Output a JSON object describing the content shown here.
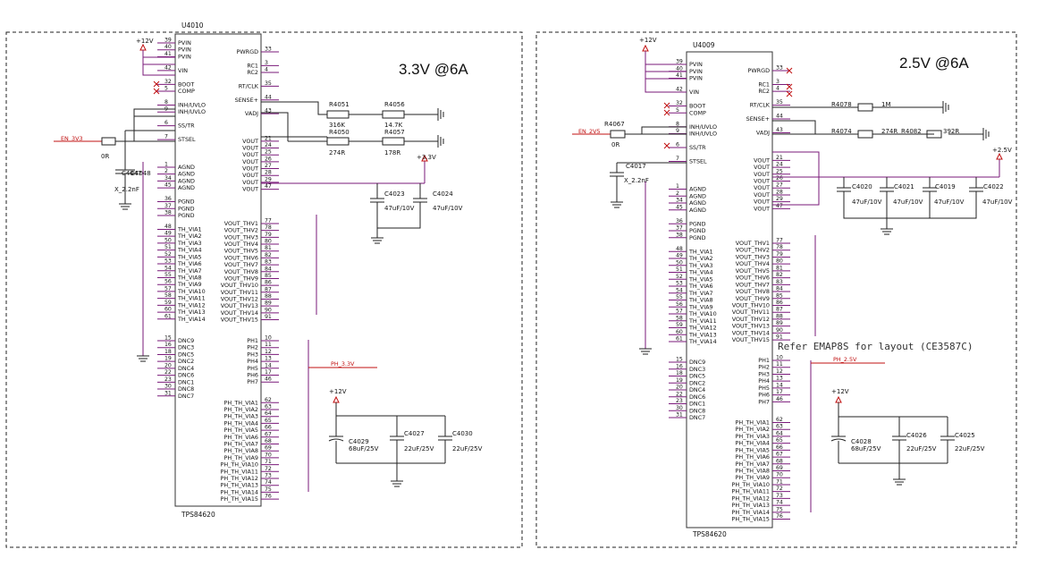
{
  "left": {
    "title": "3.3V @6A",
    "ref": "U4010",
    "part": "TPS84620",
    "supply": "+12V",
    "out_rail": "+3.3V",
    "en_net": "EN_3V3",
    "ph_net": "PH_3.3V",
    "r_en_value": "0R",
    "c_ss": {
      "ref": "C4047",
      "ref2": "C4048",
      "value": "X_2.2nF"
    },
    "res": [
      {
        "ref": "R4051",
        "value": "316K"
      },
      {
        "ref": "R4056",
        "value": "14.7K"
      },
      {
        "ref": "R4050",
        "value": "274R"
      },
      {
        "ref": "R4057",
        "value": "178R"
      }
    ],
    "out_caps": [
      {
        "ref": "C4023",
        "value": "47uF/10V"
      },
      {
        "ref": "C4024",
        "value": "47uF/10V"
      }
    ],
    "in_caps": [
      {
        "ref": "C4029",
        "value": "68uF/25V"
      },
      {
        "ref": "C4027",
        "value": "22uF/25V"
      },
      {
        "ref": "C4030",
        "value": "22uF/25V"
      }
    ]
  },
  "right": {
    "title": "2.5V @6A",
    "ref": "U4009",
    "part": "TPS84620",
    "supply": "+12V",
    "out_rail": "+2.5V",
    "en_net": "EN_2V5",
    "ph_net": "PH_2.5V",
    "r_en": {
      "ref": "R4067",
      "value": "0R"
    },
    "c_ss": {
      "ref": "C4017",
      "value": "X_2.2nF"
    },
    "res": [
      {
        "ref": "R4078",
        "value": "1M"
      },
      {
        "ref": "R4074",
        "value": "274R"
      },
      {
        "ref": "R4082",
        "value": "392R"
      }
    ],
    "out_caps": [
      {
        "ref": "C4020",
        "value": "47uF/10V"
      },
      {
        "ref": "C4021",
        "value": "47uF/10V"
      },
      {
        "ref": "C4019",
        "value": "47uF/10V"
      },
      {
        "ref": "C4022",
        "value": "47uF/10V"
      }
    ],
    "in_caps": [
      {
        "ref": "C4028",
        "value": "68uF/25V"
      },
      {
        "ref": "C4026",
        "value": "22uF/25V"
      },
      {
        "ref": "C4025",
        "value": "22uF/25V"
      }
    ],
    "note": "Refer EMAP8S for layout (CE3587C)"
  },
  "pins": {
    "left_upper": [
      [
        "39",
        "PVIN"
      ],
      [
        "40",
        "PVIN"
      ],
      [
        "41",
        "PVIN"
      ],
      [
        "",
        ""
      ],
      [
        "42",
        "VIN"
      ],
      [
        "",
        ""
      ],
      [
        "32",
        "BOOT"
      ],
      [
        "5",
        "COMP"
      ],
      [
        "",
        ""
      ],
      [
        "8",
        "INH/UVLO"
      ],
      [
        "9",
        "INH/UVLO"
      ],
      [
        "",
        ""
      ],
      [
        "6",
        "SS/TR"
      ],
      [
        "",
        ""
      ],
      [
        "7",
        "STSEL"
      ],
      [
        "",
        ""
      ],
      [
        "",
        ""
      ],
      [
        "",
        ""
      ],
      [
        "1",
        "AGND"
      ],
      [
        "2",
        "AGND"
      ],
      [
        "34",
        "AGND"
      ],
      [
        "45",
        "AGND"
      ],
      [
        "",
        ""
      ],
      [
        "36",
        "PGND"
      ],
      [
        "37",
        "PGND"
      ],
      [
        "38",
        "PGND"
      ],
      [
        "",
        ""
      ],
      [
        "48",
        "TH_VIA1"
      ],
      [
        "49",
        "TH_VIA2"
      ],
      [
        "50",
        "TH_VIA3"
      ],
      [
        "51",
        "TH_VIA4"
      ],
      [
        "52",
        "TH_VIA5"
      ],
      [
        "53",
        "TH_VIA6"
      ],
      [
        "54",
        "TH_VIA7"
      ],
      [
        "55",
        "TH_VIA8"
      ],
      [
        "56",
        "TH_VIA9"
      ],
      [
        "57",
        "TH_VIA10"
      ],
      [
        "58",
        "TH_VIA11"
      ],
      [
        "59",
        "TH_VIA12"
      ],
      [
        "60",
        "TH_VIA13"
      ],
      [
        "61",
        "TH_VIA14"
      ]
    ],
    "left_lower": [
      [
        "15",
        "DNC9"
      ],
      [
        "16",
        "DNC3"
      ],
      [
        "18",
        "DNC5"
      ],
      [
        "19",
        "DNC2"
      ],
      [
        "20",
        "DNC4"
      ],
      [
        "22",
        "DNC6"
      ],
      [
        "23",
        "DNC1"
      ],
      [
        "30",
        "DNC8"
      ],
      [
        "31",
        "DNC7"
      ]
    ],
    "right_upper": [
      [
        "33",
        "PWRGD"
      ],
      [
        "",
        ""
      ],
      [
        "3",
        "RC1"
      ],
      [
        "4",
        "RC2"
      ],
      [
        "",
        ""
      ],
      [
        "35",
        "RT/CLK"
      ],
      [
        "",
        ""
      ],
      [
        "44",
        "SENSE+"
      ],
      [
        "",
        ""
      ],
      [
        "43",
        "VADJ"
      ],
      [
        "",
        ""
      ],
      [
        "",
        ""
      ],
      [
        "",
        ""
      ],
      [
        "21",
        "VOUT"
      ],
      [
        "24",
        "VOUT"
      ],
      [
        "25",
        "VOUT"
      ],
      [
        "26",
        "VOUT"
      ],
      [
        "27",
        "VOUT"
      ],
      [
        "28",
        "VOUT"
      ],
      [
        "29",
        "VOUT"
      ],
      [
        "47",
        "VOUT"
      ],
      [
        "",
        ""
      ],
      [
        "",
        ""
      ],
      [
        "",
        ""
      ],
      [
        "",
        ""
      ],
      [
        "77",
        "VOUT_THV1"
      ],
      [
        "78",
        "VOUT_THV2"
      ],
      [
        "79",
        "VOUT_THV3"
      ],
      [
        "80",
        "VOUT_THV4"
      ],
      [
        "81",
        "VOUT_THV5"
      ],
      [
        "82",
        "VOUT_THV6"
      ],
      [
        "83",
        "VOUT_THV7"
      ],
      [
        "84",
        "VOUT_THV8"
      ],
      [
        "85",
        "VOUT_THV9"
      ],
      [
        "86",
        "VOUT_THV10"
      ],
      [
        "87",
        "VOUT_THV11"
      ],
      [
        "88",
        "VOUT_THV12"
      ],
      [
        "89",
        "VOUT_THV13"
      ],
      [
        "90",
        "VOUT_THV14"
      ],
      [
        "91",
        "VOUT_THV15"
      ]
    ],
    "right_lower": [
      [
        "10",
        "PH1"
      ],
      [
        "11",
        "PH2"
      ],
      [
        "12",
        "PH3"
      ],
      [
        "13",
        "PH4"
      ],
      [
        "14",
        "PH5"
      ],
      [
        "17",
        "PH6"
      ],
      [
        "46",
        "PH7"
      ],
      [
        "",
        ""
      ],
      [
        "",
        ""
      ],
      [
        "62",
        "PH_TH_VIA1"
      ],
      [
        "63",
        "PH_TH_VIA2"
      ],
      [
        "64",
        "PH_TH_VIA3"
      ],
      [
        "65",
        "PH_TH_VIA4"
      ],
      [
        "66",
        "PH_TH_VIA5"
      ],
      [
        "67",
        "PH_TH_VIA6"
      ],
      [
        "68",
        "PH_TH_VIA7"
      ],
      [
        "69",
        "PH_TH_VIA8"
      ],
      [
        "70",
        "PH_TH_VIA9"
      ],
      [
        "71",
        "PH_TH_VIA10"
      ],
      [
        "72",
        "PH_TH_VIA11"
      ],
      [
        "73",
        "PH_TH_VIA12"
      ],
      [
        "74",
        "PH_TH_VIA13"
      ],
      [
        "75",
        "PH_TH_VIA14"
      ],
      [
        "76",
        "PH_TH_VIA15"
      ]
    ]
  }
}
